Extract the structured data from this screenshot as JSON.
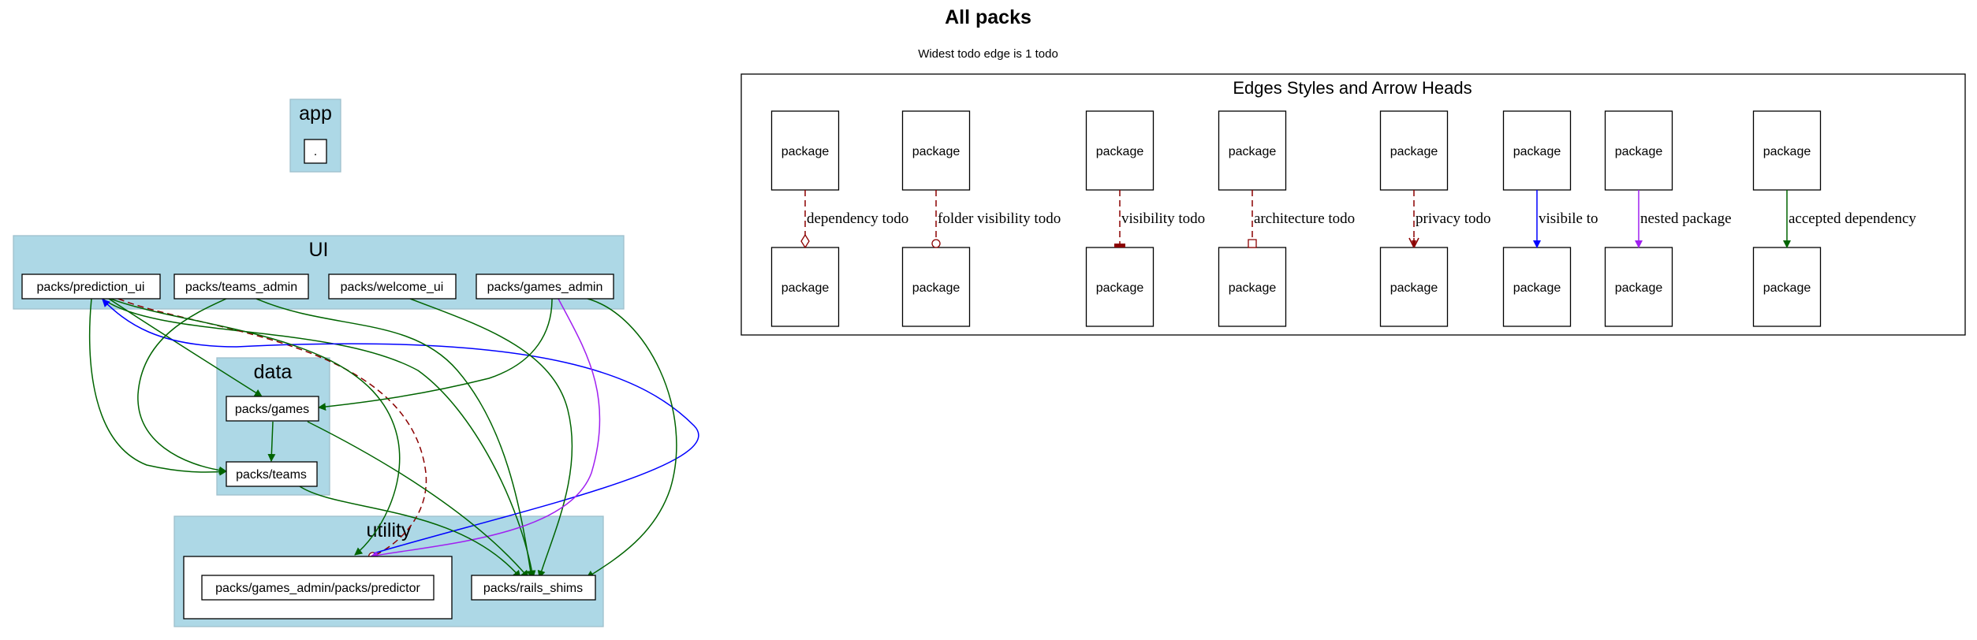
{
  "title": "All packs",
  "subtitle": "Widest todo edge is 1 todo",
  "clusters": {
    "app": "app",
    "ui": "UI",
    "data": "data",
    "utility": "utility"
  },
  "nodes": {
    "root": ".",
    "prediction_ui": "packs/prediction_ui",
    "teams_admin": "packs/teams_admin",
    "welcome_ui": "packs/welcome_ui",
    "games_admin": "packs/games_admin",
    "games": "packs/games",
    "teams": "packs/teams",
    "predictor": "packs/games_admin/packs/predictor",
    "rails_shims": "packs/rails_shims"
  },
  "legend": {
    "title": "Edges Styles and Arrow Heads",
    "node_label": "package",
    "edges": [
      {
        "label": "dependency todo",
        "style": "dashed",
        "color": "#8b0000",
        "head": "odiamond"
      },
      {
        "label": "folder visibility todo",
        "style": "dashed",
        "color": "#8b0000",
        "head": "odot"
      },
      {
        "label": "visibility todo",
        "style": "dashed",
        "color": "#8b0000",
        "head": "tee"
      },
      {
        "label": "architecture todo",
        "style": "dashed",
        "color": "#8b0000",
        "head": "obox"
      },
      {
        "label": "privacy todo",
        "style": "dashed",
        "color": "#8b0000",
        "head": "crow"
      },
      {
        "label": "visibile to",
        "style": "solid",
        "color": "#0000ff",
        "head": "normal"
      },
      {
        "label": "nested package",
        "style": "solid",
        "color": "#a020f0",
        "head": "normal"
      },
      {
        "label": "accepted dependency",
        "style": "solid",
        "color": "#006400",
        "head": "normal"
      }
    ]
  },
  "colors": {
    "cluster_fill": "#add8e6",
    "cluster_stroke": "#9fbfcc",
    "accepted": "#006400",
    "todo": "#8b0000",
    "visible": "#0000ff",
    "nested": "#a020f0"
  }
}
